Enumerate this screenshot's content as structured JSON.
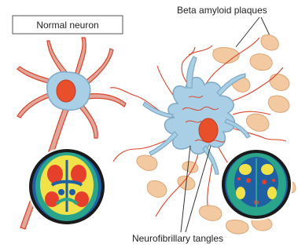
{
  "labels": {
    "normal_neuron": "Normal neuron",
    "beta_amyloid_plaques": "Beta amyloid plaques",
    "neurofibrillary_tangles": "Neurofibrillary tangles"
  },
  "colors": {
    "neuron_body": "#a9cfe6",
    "neuron_outline": "#7fa9c4",
    "nucleus": "#e8502c",
    "dendrite_red": "#d9432a",
    "dendrite_fill": "#e2a79a",
    "plaque": "#f2c9a0",
    "plaque_outline": "#dca777",
    "scan_ring": "#1a1a1a",
    "scan_blue": "#1f5fa3",
    "scan_green": "#2aa58a",
    "scan_yellow": "#f2e24a",
    "scan_red": "#e6402d"
  },
  "icons": {
    "normal_scan": "pet-brain-scan-normal",
    "alzheimers_scan": "pet-brain-scan-alzheimers"
  }
}
